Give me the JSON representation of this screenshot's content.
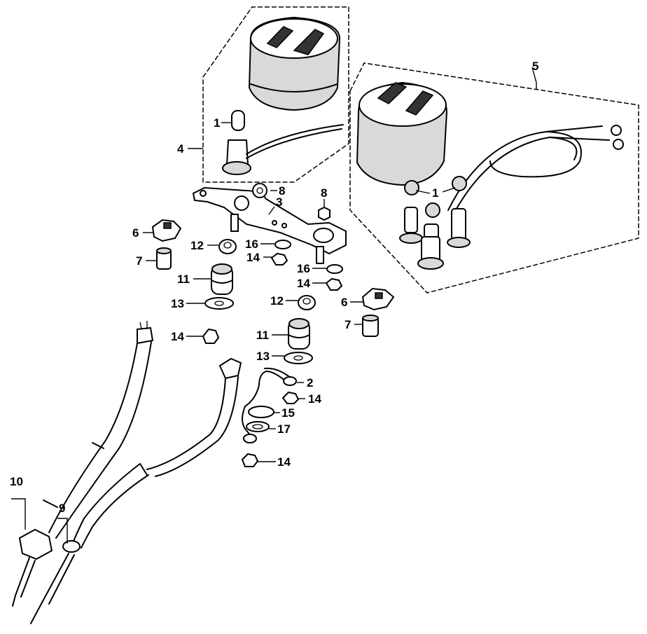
{
  "callouts": {
    "c1a": "1",
    "c1b": "1",
    "c2": "2",
    "c3": "3",
    "c4": "4",
    "c5": "5",
    "c6a": "6",
    "c6b": "6",
    "c7a": "7",
    "c7b": "7",
    "c8a": "8",
    "c8b": "8",
    "c9": "9",
    "c10": "10",
    "c11a": "11",
    "c11b": "11",
    "c12a": "12",
    "c12b": "12",
    "c13a": "13",
    "c13b": "13",
    "c14a": "14",
    "c14b": "14",
    "c14c": "14",
    "c14d": "14",
    "c14e": "14",
    "c15": "15",
    "c16a": "16",
    "c16b": "16",
    "c17": "17"
  }
}
